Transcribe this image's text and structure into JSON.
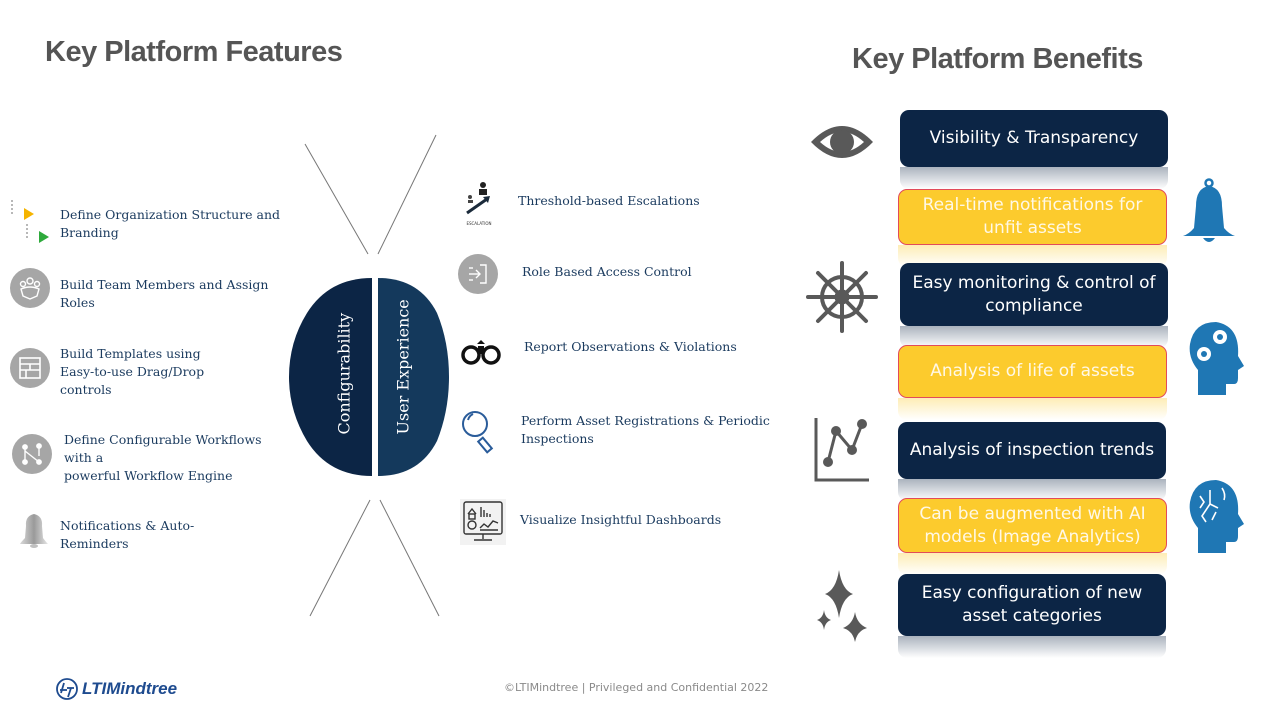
{
  "features": {
    "title": "Key Platform Features",
    "configurability": {
      "label": "Configurability",
      "items": [
        {
          "icon": "org-structure-icon",
          "text_lines": [
            "Define Organization Structure and",
            "Branding"
          ]
        },
        {
          "icon": "team-members-icon",
          "text_lines": [
            "Build Team Members and Assign",
            "Roles"
          ]
        },
        {
          "icon": "templates-icon",
          "text_lines": [
            "Build Templates using",
            "Easy-to-use Drag/Drop",
            "controls"
          ]
        },
        {
          "icon": "workflow-icon",
          "text_lines": [
            "Define Configurable Workflows",
            "with a",
            "powerful Workflow Engine"
          ]
        },
        {
          "icon": "bell-icon",
          "text_lines": [
            "Notifications & Auto-",
            "Reminders"
          ]
        }
      ]
    },
    "user_experience": {
      "label": "User Experience",
      "items": [
        {
          "icon": "escalation-icon",
          "icon_caption": "ESCALATION",
          "text_lines": [
            "Threshold-based Escalations"
          ]
        },
        {
          "icon": "access-control-icon",
          "text_lines": [
            "Role Based Access Control"
          ]
        },
        {
          "icon": "binoculars-icon",
          "text_lines": [
            "Report Observations & Violations"
          ]
        },
        {
          "icon": "magnifier-icon",
          "text_lines": [
            "Perform Asset Registrations & Periodic",
            "Inspections"
          ]
        },
        {
          "icon": "dashboard-icon",
          "text_lines": [
            "Visualize Insightful Dashboards"
          ]
        }
      ]
    }
  },
  "benefits": {
    "title": "Key Platform Benefits",
    "items": [
      {
        "text_lines": [
          "Visibility & Transparency"
        ],
        "style": "dark",
        "icon": "eye-icon"
      },
      {
        "text_lines": [
          "Real-time notifications for",
          "unfit assets"
        ],
        "style": "yellow",
        "icon": "bell-icon"
      },
      {
        "text_lines": [
          "Easy monitoring & control of",
          "compliance"
        ],
        "style": "dark",
        "icon": "ship-wheel-icon"
      },
      {
        "text_lines": [
          "Analysis of life of assets"
        ],
        "style": "yellow",
        "icon": "head-gears-icon"
      },
      {
        "text_lines": [
          "Analysis of inspection trends"
        ],
        "style": "dark",
        "icon": "line-chart-icon"
      },
      {
        "text_lines": [
          "Can be augmented with AI",
          "models  (Image Analytics)"
        ],
        "style": "yellow",
        "icon": "head-circuit-icon"
      },
      {
        "text_lines": [
          "Easy configuration of new",
          "asset categories"
        ],
        "style": "dark",
        "icon": "sparkles-icon"
      }
    ]
  },
  "colors": {
    "dark_navy": "#0c2545",
    "navy_right": "#14395c",
    "yellow": "#fccb2d",
    "blue_icon": "#1f77b4",
    "gray_icon": "#595959"
  },
  "footer": {
    "logo_text": "LTIMindtree",
    "copyright": "©LTIMindtree | Privileged and Confidential 2022"
  }
}
